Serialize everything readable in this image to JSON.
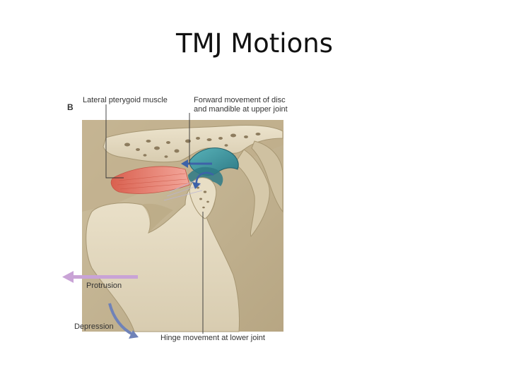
{
  "slide": {
    "title": "TMJ Motions"
  },
  "figure": {
    "panel_letter": "B",
    "labels": {
      "lateral_pterygoid": "Lateral pterygoid muscle",
      "forward_movement_line1": "Forward movement of disc",
      "forward_movement_line2": "and mandible at upper joint",
      "protrusion": "Protrusion",
      "depression": "Depression",
      "hinge_movement": "Hinge movement at lower joint"
    },
    "colors": {
      "bone": "#e3d8bf",
      "bone_edge": "#b8a985",
      "background_tissue": "#c9bb9b",
      "trabecular": "#8d7c5e",
      "disc": "#3a8c95",
      "muscle": "#e67a6a",
      "protrusion_arrow": "#c9a3d6",
      "depression_arrow": "#6f82b8"
    }
  }
}
